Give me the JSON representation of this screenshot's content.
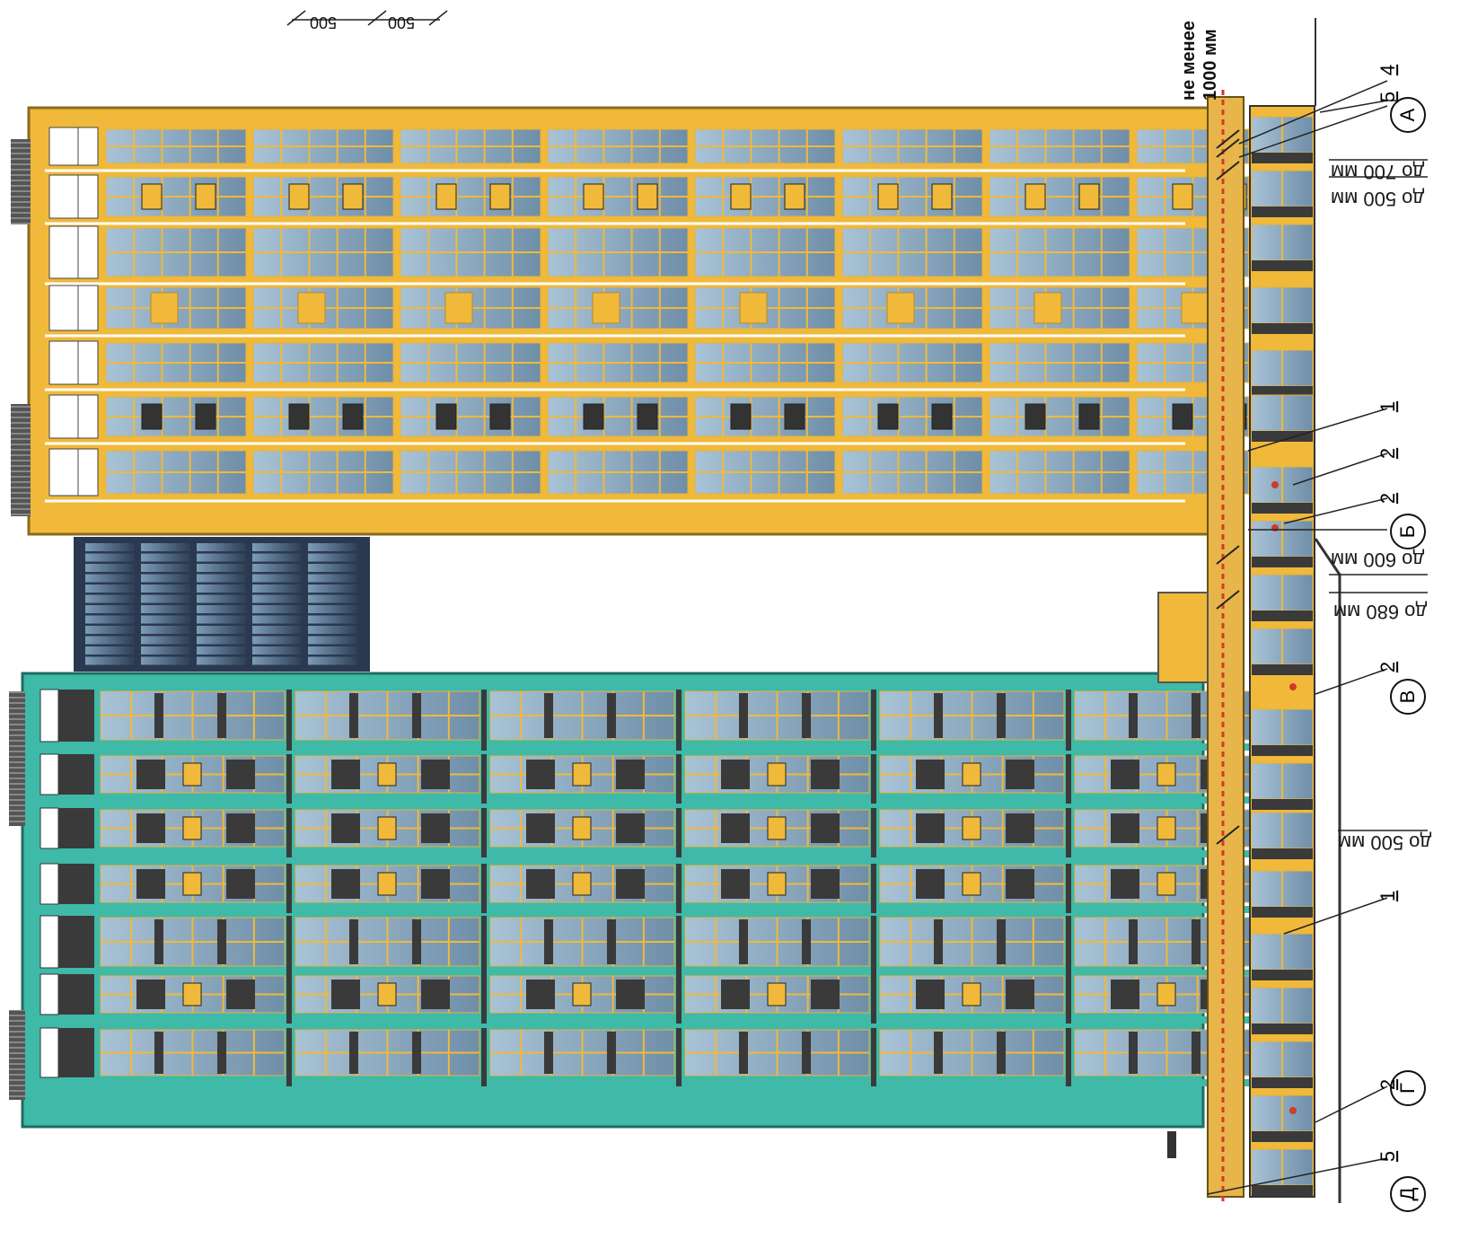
{
  "note_top": {
    "line1": "не менее",
    "line2": "1000 мм"
  },
  "top_dimensions": [
    "500",
    "500"
  ],
  "dimensions": [
    {
      "id": "d1",
      "text": "до 700 мм"
    },
    {
      "id": "d2",
      "text": "до 500 мм"
    },
    {
      "id": "d3",
      "text": "до 600 мм"
    },
    {
      "id": "d4",
      "text": "до 680 мм"
    },
    {
      "id": "d5",
      "text": "до 500 мм"
    }
  ],
  "axis_markers": [
    "А",
    "Б",
    "В",
    "Г",
    "Д"
  ],
  "callouts": [
    "5",
    "4",
    "1",
    "2",
    "2",
    "2",
    "1",
    "2",
    "5"
  ],
  "colors": {
    "ochre": "#f0b93a",
    "teal": "#3fb9a8",
    "dark": "#3a3a3a",
    "glass": "#8fb4cc",
    "red": "#d23a2a"
  }
}
